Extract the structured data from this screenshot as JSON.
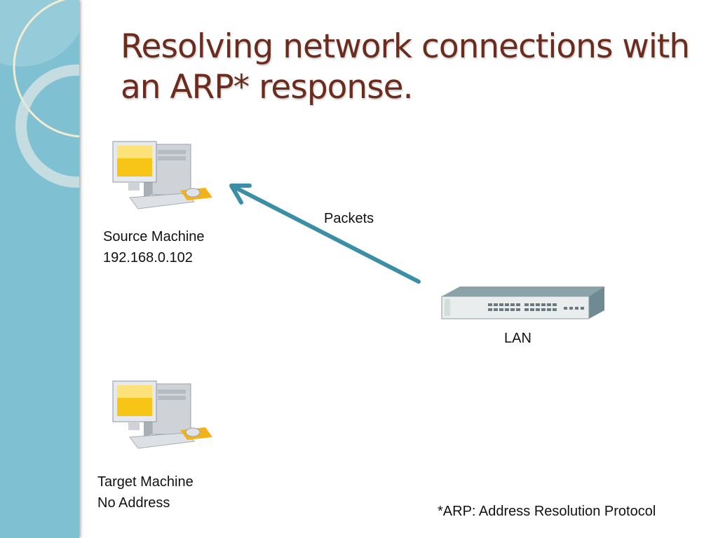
{
  "slide": {
    "title_line1": "Resolving network connections with",
    "title_line2": "an ARP* response."
  },
  "nodes": {
    "source": {
      "name": "Source Machine",
      "address": "192.168.0.102",
      "icon": "desktop-computer-icon"
    },
    "target": {
      "name": "Target Machine",
      "address": "No Address",
      "icon": "desktop-computer-icon"
    },
    "lan": {
      "name": "LAN",
      "icon": "network-switch-icon"
    }
  },
  "edges": [
    {
      "from": "lan",
      "to": "source",
      "label": "Packets"
    }
  ],
  "footnote": "*ARP: Address Resolution Protocol",
  "colors": {
    "sidebar": "#7fc0d2",
    "title": "#6b2c1e",
    "arrow": "#3a8ea6",
    "screen": "#f7c515"
  }
}
